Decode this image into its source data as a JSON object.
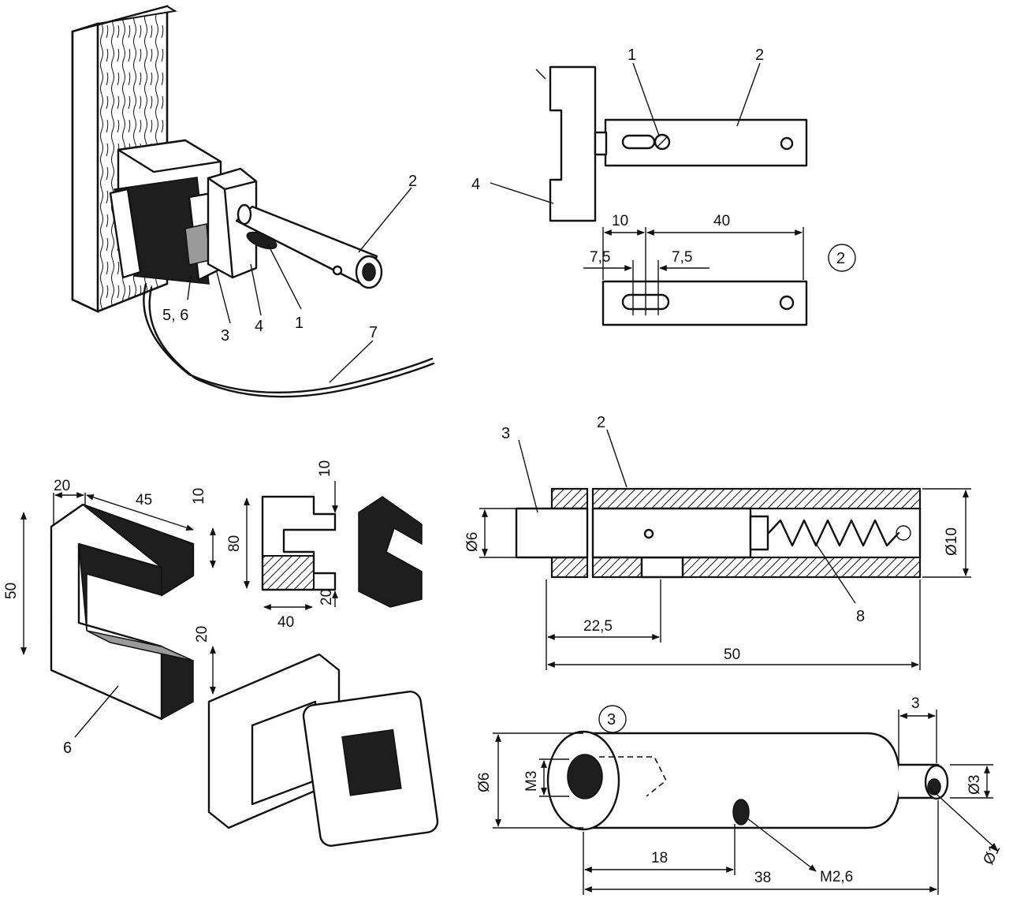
{
  "views": {
    "assembly": {
      "labels": {
        "part2": "2",
        "part56": "5, 6",
        "part3": "3",
        "part4": "4",
        "part1": "1",
        "part7": "7"
      }
    },
    "fig2": {
      "number": "2",
      "labels": {
        "part1": "1",
        "part2": "2",
        "part4": "4"
      },
      "dims": {
        "d10": "10",
        "d40": "40",
        "d75a": "7,5",
        "d75b": "7,5"
      }
    },
    "core": {
      "labels": {
        "part6": "6"
      },
      "dims": {
        "d20top": "20",
        "d45": "45",
        "d10a": "10",
        "d50": "50",
        "d20b": "20",
        "d80": "80",
        "d10b": "10",
        "d20c": "20",
        "d40": "40"
      }
    },
    "section": {
      "labels": {
        "part3": "3",
        "part2": "2",
        "part8": "8"
      },
      "dims": {
        "d6": "Ø6",
        "d10": "Ø10",
        "d225": "22,5",
        "d50": "50"
      }
    },
    "fig3": {
      "number": "3",
      "dims": {
        "d3": "3",
        "d6": "Ø6",
        "m3": "M3",
        "d3dia": "Ø3",
        "d1": "Ø1",
        "d18": "18",
        "d38": "38",
        "m26": "M2,6"
      }
    }
  },
  "colors": {
    "ink": "#111111",
    "paper": "#ffffff"
  }
}
